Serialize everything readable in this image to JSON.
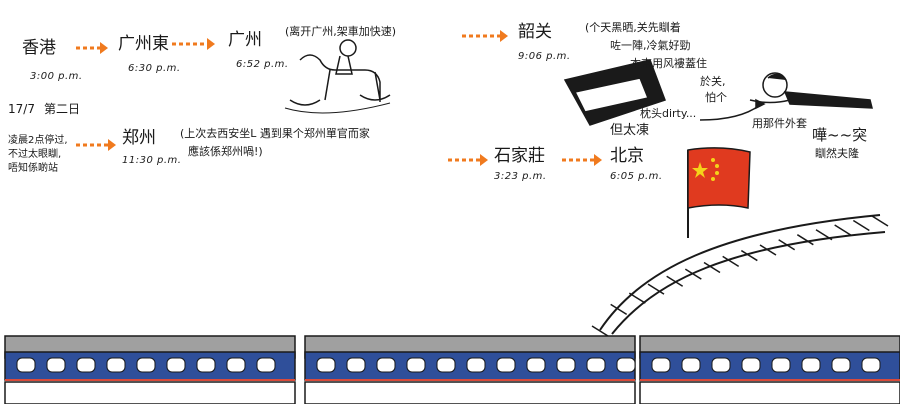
{
  "colors": {
    "arrow": "#f07a1e",
    "ink": "#1a1a1a",
    "train_blue": "#2f4f9a",
    "train_gray": "#a0a0a0",
    "flag_red": "#e03a1f",
    "star_yellow": "#f5d21a",
    "stripe_red": "#d94a3a"
  },
  "route": {
    "hongkong": {
      "name": "香港",
      "time": "3:00 p.m."
    },
    "guangzhou_east": {
      "name": "广州東",
      "time": "6:30 p.m."
    },
    "guangzhou": {
      "name": "广州",
      "time": "6:52 p.m."
    },
    "guangzhou_note": "(离开广州,架車加快速)",
    "shaoguan": {
      "name": "韶关",
      "time": "9:06 p.m."
    },
    "zhengzhou": {
      "name": "郑州",
      "time": "11:30 p.m."
    },
    "shijiazhuang": {
      "name": "石家莊",
      "time": "3:23 p.m."
    },
    "beijing": {
      "name": "北京",
      "time": "6:05 p.m."
    }
  },
  "day2": {
    "date": "17/7",
    "label": "第二日",
    "note_lines": [
      "凌晨2点停过,",
      "不过太眼瞓,",
      "唔知係啲站"
    ]
  },
  "zhengzhou_note": [
    "(上次去西安坐L 遇到果个郑州單官而家",
    "應該係郑州喎!)"
  ],
  "shaoguan_note": [
    "(个天黑晒,关先瞓着",
    "咗一陣,冷氣好勁",
    "本來用风褸蓋住",
    "於关,",
    "怕个",
    "枕头dirty..."
  ],
  "bottom_notes": {
    "dantai": "但太凍",
    "yong": "用那件外套",
    "hua": "嘩~~突",
    "hua2": "瞓然夫隆"
  },
  "train": {
    "cars": 3
  }
}
